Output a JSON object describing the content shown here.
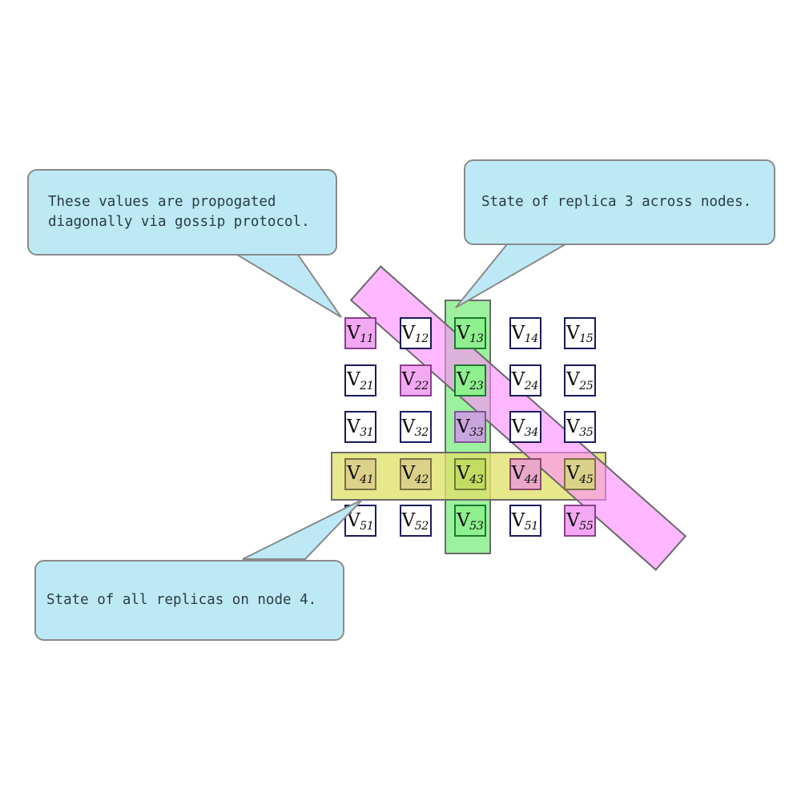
{
  "diagram": {
    "title": "Replica state grid with gossip propagation",
    "colors": {
      "bubble_fill": "#bde9f7",
      "bubble_border": "#8a8a8a",
      "bubble_text": "#2a3b44",
      "cell_border": "#1a1a5e",
      "cell_fill": "#ffffff",
      "band_green": "#90ee90",
      "band_yellow": "#e1e16e",
      "band_magenta": "#ff8cff",
      "band_border": "#6b6b6b",
      "page_background": "#ffffff"
    },
    "grid": {
      "rows": 5,
      "cols": 5,
      "cells": [
        [
          {
            "label": "V",
            "sub": "11",
            "highlight": "pink"
          },
          {
            "label": "V",
            "sub": "12",
            "highlight": "none"
          },
          {
            "label": "V",
            "sub": "13",
            "highlight": "green"
          },
          {
            "label": "V",
            "sub": "14",
            "highlight": "none"
          },
          {
            "label": "V",
            "sub": "15",
            "highlight": "none"
          }
        ],
        [
          {
            "label": "V",
            "sub": "21",
            "highlight": "none"
          },
          {
            "label": "V",
            "sub": "22",
            "highlight": "pink"
          },
          {
            "label": "V",
            "sub": "23",
            "highlight": "green"
          },
          {
            "label": "V",
            "sub": "24",
            "highlight": "none"
          },
          {
            "label": "V",
            "sub": "25",
            "highlight": "none"
          }
        ],
        [
          {
            "label": "V",
            "sub": "31",
            "highlight": "none"
          },
          {
            "label": "V",
            "sub": "32",
            "highlight": "none"
          },
          {
            "label": "V",
            "sub": "33",
            "highlight": "purple"
          },
          {
            "label": "V",
            "sub": "34",
            "highlight": "none"
          },
          {
            "label": "V",
            "sub": "35",
            "highlight": "none"
          }
        ],
        [
          {
            "label": "V",
            "sub": "41",
            "highlight": "khaki"
          },
          {
            "label": "V",
            "sub": "42",
            "highlight": "khaki"
          },
          {
            "label": "V",
            "sub": "43",
            "highlight": "olive"
          },
          {
            "label": "V",
            "sub": "44",
            "highlight": "rose"
          },
          {
            "label": "V",
            "sub": "45",
            "highlight": "khaki"
          }
        ],
        [
          {
            "label": "V",
            "sub": "51",
            "highlight": "none"
          },
          {
            "label": "V",
            "sub": "52",
            "highlight": "none"
          },
          {
            "label": "V",
            "sub": "53",
            "highlight": "green"
          },
          {
            "label": "V",
            "sub": "51",
            "highlight": "none"
          },
          {
            "label": "V",
            "sub": "55",
            "highlight": "pink"
          }
        ]
      ]
    },
    "bands": [
      {
        "name": "column-replica-3",
        "orientation": "vertical",
        "color": "#90ee90",
        "covers": "column 3 (rows 1-5)"
      },
      {
        "name": "row-node-4",
        "orientation": "horizontal",
        "color": "#e1e16e",
        "covers": "row 4 (columns 1-5)"
      },
      {
        "name": "diagonal-gossip",
        "orientation": "diagonal",
        "color": "#ff8cff",
        "covers": "V11, V22, V33, V44, V55"
      }
    ],
    "callouts": [
      {
        "id": "gossip",
        "text": "These values are propogated\ndiagonally via gossip protocol.",
        "points_to": "diagonal-gossip"
      },
      {
        "id": "replica3",
        "text": "State of replica 3 across nodes.",
        "points_to": "column-replica-3"
      },
      {
        "id": "node4",
        "text": "State of all replicas on node 4.",
        "points_to": "row-node-4"
      }
    ]
  }
}
